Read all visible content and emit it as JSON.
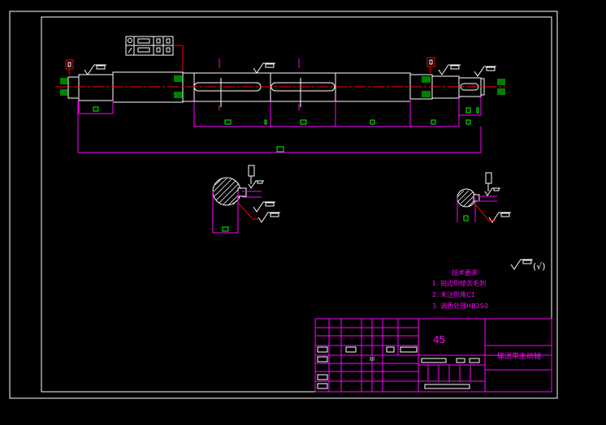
{
  "tech_requirements": {
    "title": "技术要求",
    "items": [
      "1. 锐边倒棱去毛刺",
      "2. 未注倒角C1",
      "3. 调质处理HB250"
    ]
  },
  "roughness_note": "(√)",
  "title_block": {
    "material": "45",
    "drawing_name": "输送带主动轴",
    "small_mark": "III"
  },
  "colors": {
    "background": "#000000",
    "frame": "#ffffff",
    "dimension": "#ff00ff",
    "centerline": "#ff0000",
    "tolerance": "#00ff00",
    "annotation": "#ff00ff"
  }
}
